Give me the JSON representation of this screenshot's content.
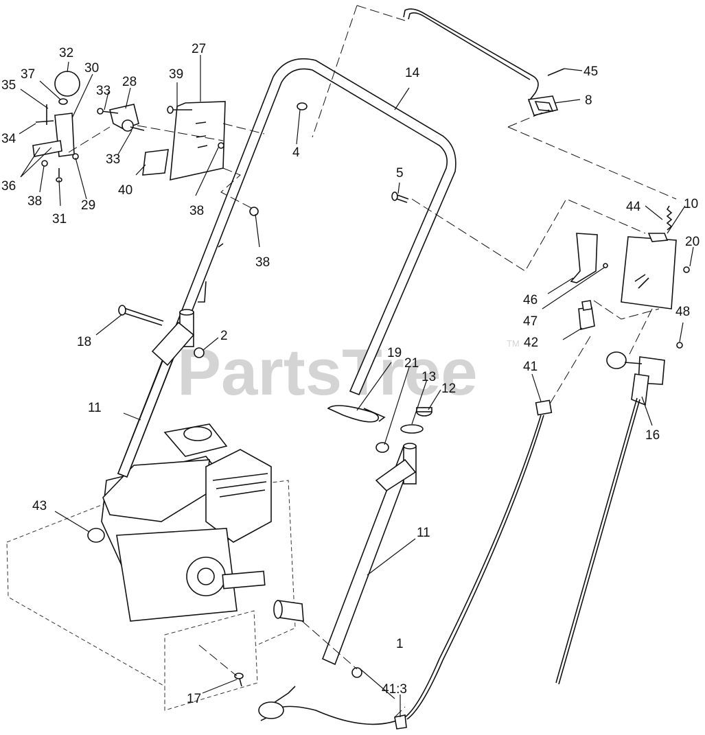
{
  "watermark": {
    "text": "PartsTree",
    "tm": "TM"
  },
  "callouts": [
    "1",
    "2",
    "4",
    "5",
    "8",
    "10",
    "11",
    "11",
    "12",
    "13",
    "14",
    "16",
    "17",
    "18",
    "19",
    "20",
    "21",
    "27",
    "28",
    "29",
    "30",
    "31",
    "32",
    "33",
    "33",
    "34",
    "35",
    "36",
    "37",
    "38",
    "38",
    "38",
    "39",
    "40",
    "41",
    "41:3",
    "42",
    "43",
    "44",
    "45",
    "46",
    "47",
    "48"
  ]
}
